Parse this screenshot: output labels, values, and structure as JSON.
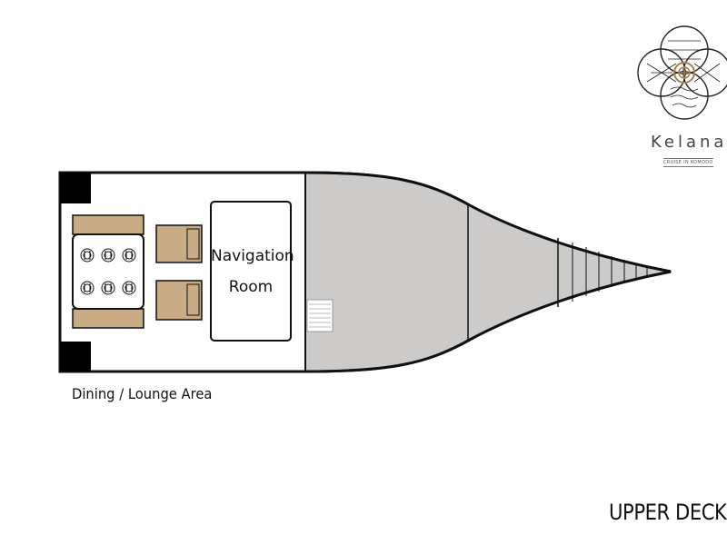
{
  "diagram": {
    "title": "UPPER DECK",
    "area_label": "Dining / Lounge Area",
    "room": {
      "line1": "Navigation",
      "line2": "Room"
    }
  },
  "brand": {
    "name": "Kelana",
    "tagline": "CRUISE IN KOMODO",
    "logo_icon": "ornamental-diamond-logo"
  },
  "colors": {
    "outline": "#111111",
    "deck_fill": "#cdcbca",
    "furniture_wood": "#c8aa84",
    "corner_block": "#000000",
    "logo_gold": "#a4804f"
  },
  "table": {
    "place_settings": 6
  },
  "loungers": {
    "count": 2
  }
}
